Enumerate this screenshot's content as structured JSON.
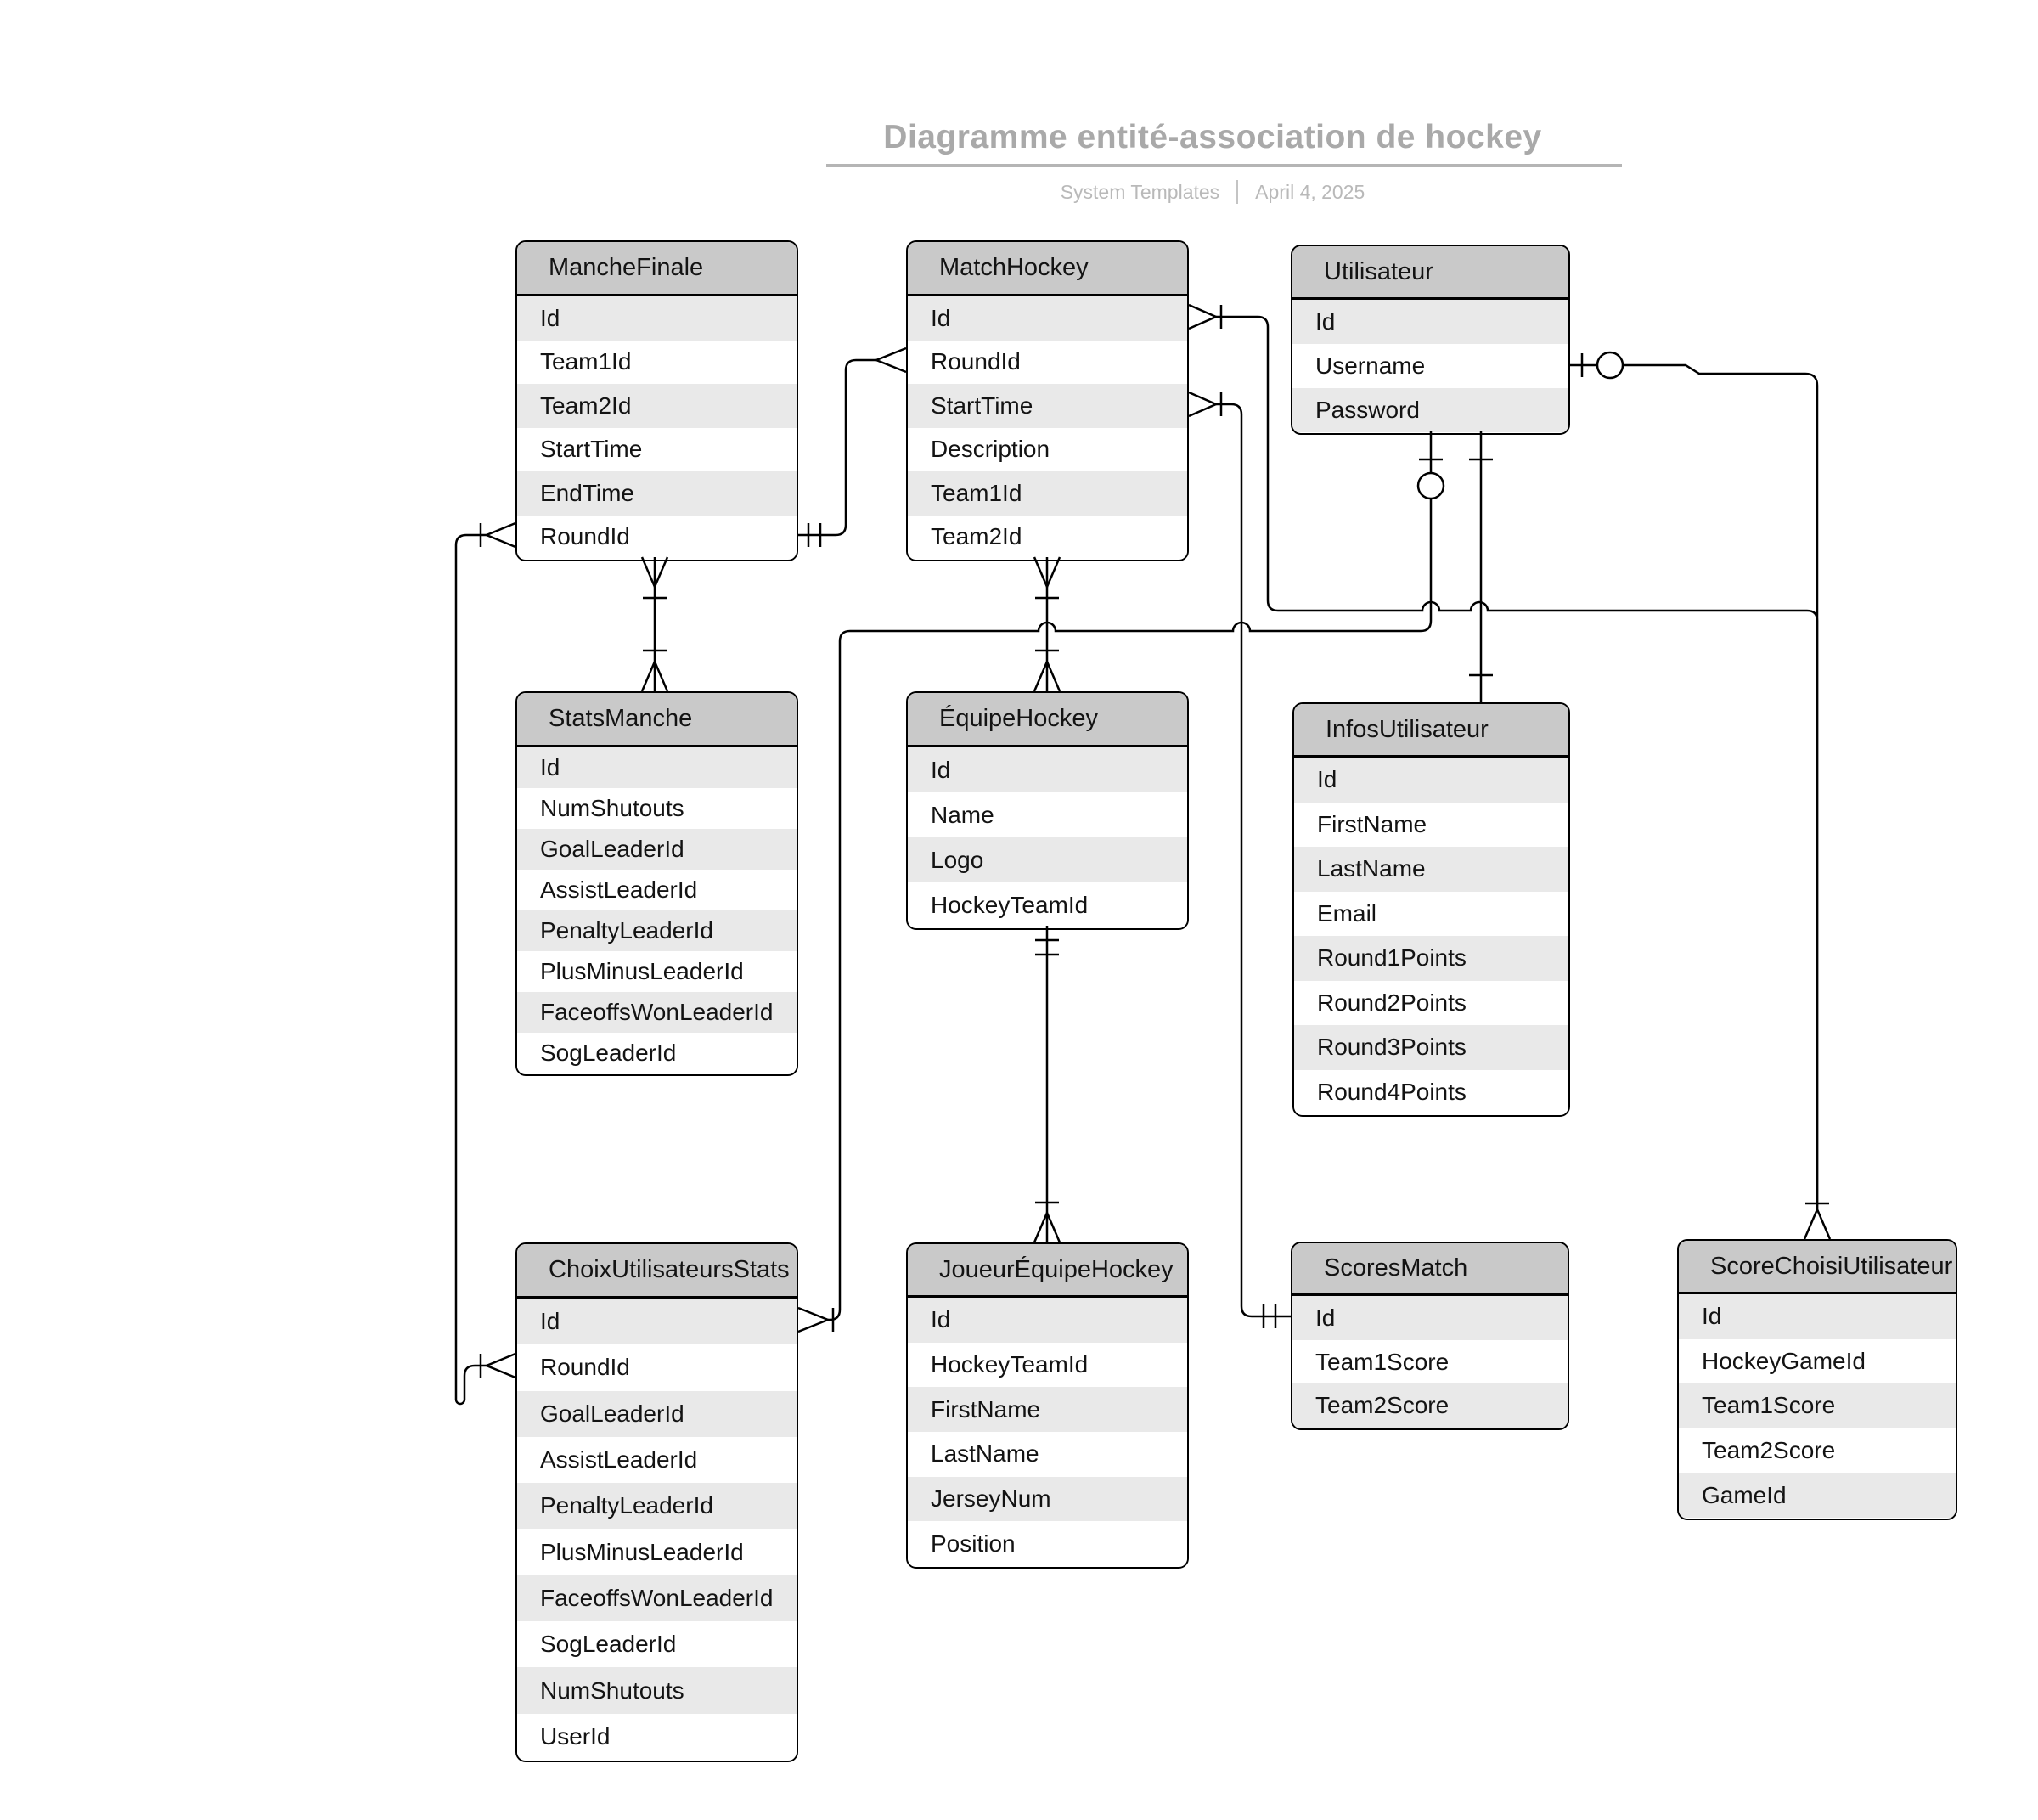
{
  "header": {
    "title": "Diagramme entité-association de hockey",
    "source": "System Templates",
    "date": "April 4, 2025"
  },
  "theme": {
    "entity_header_fill": "#c9c9c9",
    "entity_row_alt_fill": "#e9e9e9",
    "entity_border": "#000000",
    "title_color": "#a9a9a9",
    "subtitle_color": "#b9b9b9",
    "canvas_background": "#ffffff"
  },
  "entities": [
    {
      "id": "MancheFinale",
      "name": "MancheFinale",
      "fields": [
        "Id",
        "Team1Id",
        "Team2Id",
        "StartTime",
        "EndTime",
        "RoundId"
      ]
    },
    {
      "id": "MatchHockey",
      "name": "MatchHockey",
      "fields": [
        "Id",
        "RoundId",
        "StartTime",
        "Description",
        "Team1Id",
        "Team2Id"
      ]
    },
    {
      "id": "Utilisateur",
      "name": "Utilisateur",
      "fields": [
        "Id",
        "Username",
        "Password"
      ]
    },
    {
      "id": "StatsManche",
      "name": "StatsManche",
      "fields": [
        "Id",
        "NumShutouts",
        "GoalLeaderId",
        "AssistLeaderId",
        "PenaltyLeaderId",
        "PlusMinusLeaderId",
        "FaceoffsWonLeaderId",
        "SogLeaderId"
      ]
    },
    {
      "id": "EquipeHockey",
      "name": "ÉquipeHockey",
      "fields": [
        "Id",
        "Name",
        "Logo",
        "HockeyTeamId"
      ]
    },
    {
      "id": "InfosUtilisateur",
      "name": "InfosUtilisateur",
      "fields": [
        "Id",
        "FirstName",
        "LastName",
        "Email",
        "Round1Points",
        "Round2Points",
        "Round3Points",
        "Round4Points"
      ]
    },
    {
      "id": "ChoixUtilisateursStats",
      "name": "ChoixUtilisateursStats",
      "fields": [
        "Id",
        "RoundId",
        "GoalLeaderId",
        "AssistLeaderId",
        "PenaltyLeaderId",
        "PlusMinusLeaderId",
        "FaceoffsWonLeaderId",
        "SogLeaderId",
        "NumShutouts",
        "UserId"
      ]
    },
    {
      "id": "JoueurEquipeHockey",
      "name": "JoueurÉquipeHockey",
      "fields": [
        "Id",
        "HockeyTeamId",
        "FirstName",
        "LastName",
        "JerseyNum",
        "Position"
      ]
    },
    {
      "id": "ScoresMatch",
      "name": "ScoresMatch",
      "fields": [
        "Id",
        "Team1Score",
        "Team2Score"
      ]
    },
    {
      "id": "ScoreChoisiUtilisateur",
      "name": "ScoreChoisiUtilisateur",
      "fields": [
        "Id",
        "HockeyGameId",
        "Team1Score",
        "Team2Score",
        "GameId"
      ]
    }
  ],
  "relationships": [
    {
      "from": "MancheFinale",
      "to": "StatsManche",
      "from_cardinality": "one-or-many",
      "to_cardinality": "one-or-many"
    },
    {
      "from": "MancheFinale.RoundId",
      "to": "MatchHockey.RoundId",
      "from_cardinality": "exactly-one",
      "to_cardinality": "many"
    },
    {
      "from": "MatchHockey",
      "to": "ÉquipeHockey",
      "from_cardinality": "one-or-many",
      "to_cardinality": "one-or-many"
    },
    {
      "from": "MatchHockey.Id",
      "to": "ScoreChoisiUtilisateur",
      "from_cardinality": "one-or-many",
      "to_cardinality": "one-or-many"
    },
    {
      "from": "MatchHockey.StartTime",
      "to": "ScoresMatch.Id",
      "from_cardinality": "one-or-many",
      "to_cardinality": "exactly-one"
    },
    {
      "from": "Utilisateur",
      "to": "InfosUtilisateur",
      "from_cardinality": "one",
      "to_cardinality": "one"
    },
    {
      "from": "Utilisateur",
      "to": "ChoixUtilisateursStats.Id",
      "from_cardinality": "zero-or-one",
      "to_cardinality": "one-or-many"
    },
    {
      "from": "Utilisateur.Username",
      "to": "ScoreChoisiUtilisateur",
      "from_cardinality": "zero-or-one",
      "to_cardinality": "one-or-many"
    },
    {
      "from": "MancheFinale.RoundId",
      "to": "ChoixUtilisateursStats.RoundId",
      "from_cardinality": "one-or-many",
      "to_cardinality": "one-or-many"
    },
    {
      "from": "ÉquipeHockey",
      "to": "JoueurÉquipeHockey",
      "from_cardinality": "exactly-one",
      "to_cardinality": "one-or-many"
    }
  ]
}
